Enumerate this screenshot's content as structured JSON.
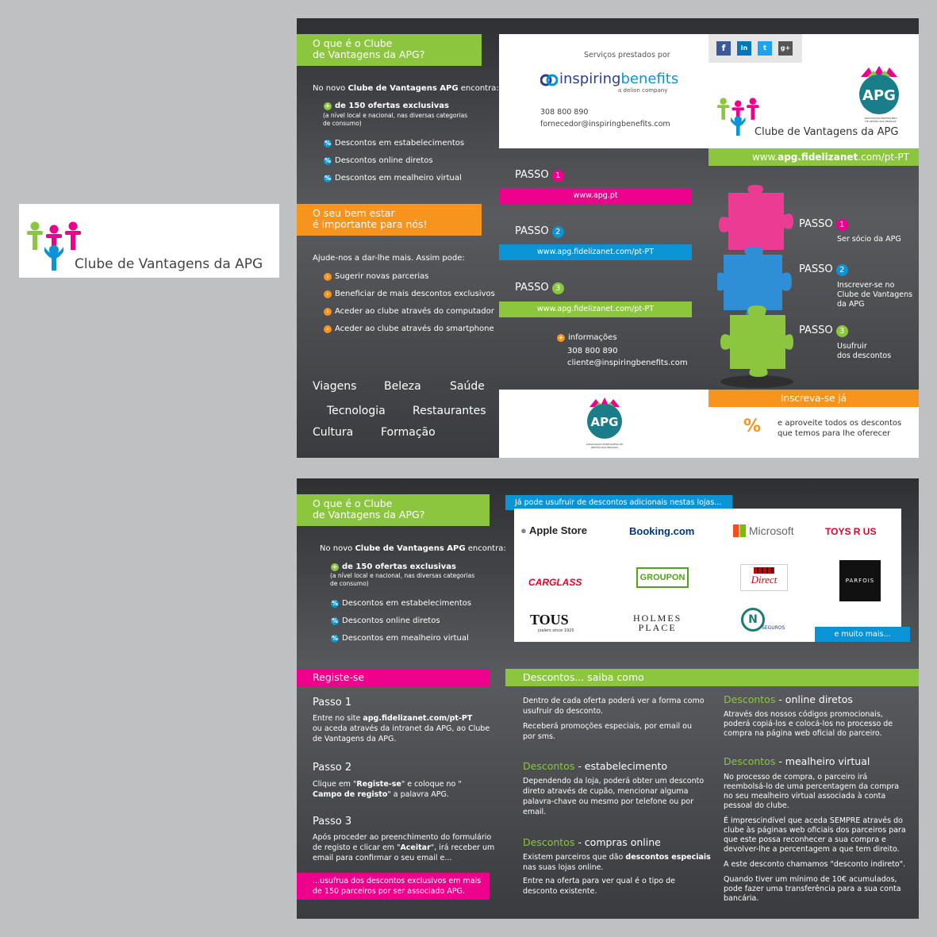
{
  "left_logo": {
    "title": "Clube de Vantagens da APG"
  },
  "top": {
    "what_is": {
      "header": [
        "O que é o Clube",
        "de Vantagens da APG?"
      ],
      "intro_pre": "No novo ",
      "intro_bold": "Clube de Vantagens APG",
      "intro_post": " encontra:",
      "offer_main": "de 150 ofertas exclusivas",
      "offer_sub": [
        "(a nível local e nacional, nas diversas categorias",
        "de consumo)"
      ],
      "items": [
        "Descontos em estabelecimentos",
        "Descontos online diretos",
        "Descontos em mealheiro virtual"
      ]
    },
    "wellbeing": {
      "header": [
        "O seu bem estar",
        "é importante para nós!"
      ],
      "intro": "Ajude-nos a dar-lhe mais. Assim pode:",
      "items": [
        "Sugerir novas parcerias",
        "Beneficiar de mais descontos exclusivos",
        "Aceder ao clube através do computador",
        "Aceder ao clube através do smartphone"
      ]
    },
    "categories": [
      "Viagens",
      "Beleza",
      "Saúde",
      "Tecnologia",
      "Restaurantes",
      "Cultura",
      "Formação"
    ],
    "services": {
      "label": "Serviços prestados por",
      "brand_a": "inspiring",
      "brand_b": "benefits",
      "brand_sub": "a delion company",
      "phone": "308 800 890",
      "email": "fornecedor@inspiringbenefits.com"
    },
    "social": [
      "f",
      "in",
      "t",
      "g+"
    ],
    "apg": {
      "badge": "APG",
      "caption": "ASSOCIAÇÃO PORTUGUESA DE GESTÃO DAS PESSOAS",
      "club": "Clube de Vantagens da APG"
    },
    "url": {
      "pre": "www.",
      "bold": "apg.fidelizanet",
      "post": ".com/pt-PT"
    },
    "steps": [
      {
        "label": "PASSO",
        "n": "1",
        "url": "www.apg.pt"
      },
      {
        "label": "PASSO",
        "n": "2",
        "url": "www.apg.fidelizanet.com/pt-PT"
      },
      {
        "label": "PASSO",
        "n": "3",
        "url": "www.apg.fidelizanet.com/pt-PT"
      }
    ],
    "info": {
      "title": "informações",
      "phone": "308 800 890",
      "email": "cliente@inspiringbenefits.com"
    },
    "puzzle_steps": [
      {
        "label": "PASSO",
        "n": "1",
        "desc": [
          "Ser sócio da APG"
        ]
      },
      {
        "label": "PASSO",
        "n": "2",
        "desc": [
          "Inscrever-se no",
          "Clube de Vantagens",
          "da APG"
        ]
      },
      {
        "label": "PASSO",
        "n": "3",
        "desc": [
          "Usufruir",
          "dos descontos"
        ]
      }
    ],
    "signup": {
      "header": "Inscreva-se já",
      "percent": "%",
      "text": [
        "e aproveite todos os descontos",
        "que temos para lhe oferecer"
      ]
    },
    "footer_apg": {
      "badge": "APG",
      "caption": "ASSOCIAÇÃO PORTUGUESA DE GESTÃO DAS PESSOAS"
    }
  },
  "bottom": {
    "what_is": {
      "header": [
        "O que é o Clube",
        "de Vantagens da APG?"
      ],
      "intro_pre": "No novo ",
      "intro_bold": "Clube de Vantagens APG",
      "intro_post": " encontra:",
      "offer_main": "de 150 ofertas exclusivas",
      "offer_sub": [
        "(a nível local e nacional, nas diversas categorias",
        "de consumo)"
      ],
      "items": [
        "Descontos em estabelecimentos",
        "Descontos online diretos",
        "Descontos em mealheiro virtual"
      ]
    },
    "stores": {
      "header": "Já pode usufruir de descontos adicionais nestas lojas...",
      "more": "e muito mais...",
      "logos": [
        "Apple Store",
        "Booking.com",
        "Microsoft",
        "TOYS R US",
        "CARGLASS",
        "GROUPON",
        "Direct",
        "PARFOIS",
        "TOUS",
        "HOLMES PLACE",
        "SEGUROS"
      ],
      "tous_sub": "joalers since 1920",
      "holmes": [
        "HOLMES",
        "PLACE"
      ]
    },
    "register": {
      "header": "Registe-se",
      "steps": [
        {
          "title": "Passo 1",
          "lines": [
            {
              "pre": "Entre no site ",
              "bold": "apg.fidelizanet.com/pt-PT",
              "post": ""
            },
            {
              "pre": "ou aceda através da intranet da APG, ao Clube",
              "bold": "",
              "post": ""
            },
            {
              "pre": "de Vantagens da APG.",
              "bold": "",
              "post": ""
            }
          ]
        },
        {
          "title": "Passo 2",
          "lines": [
            {
              "pre": "Clique em \"",
              "bold": "Registe-se",
              "post": "\" e coloque no \""
            },
            {
              "pre": "",
              "bold": "Campo de registo",
              "post": "\" a palavra APG."
            }
          ]
        },
        {
          "title": "Passo 3",
          "lines": [
            {
              "pre": "Após proceder ao preenchimento do formulário",
              "bold": "",
              "post": ""
            },
            {
              "pre": "de registo e clicar em \"",
              "bold": "Aceitar",
              "post": "\", irá receber um"
            },
            {
              "pre": "email para confirmar o seu email e...",
              "bold": "",
              "post": ""
            }
          ]
        }
      ],
      "footer": [
        "...usufrua dos descontos exclusivos em mais",
        "de 150 parceiros por ser associado APG."
      ]
    },
    "discounts": {
      "header": "Descontos... saiba como",
      "intro": [
        "Dentro de cada oferta poderá ver a forma como",
        "usufruir do desconto."
      ],
      "intro2": [
        "Receberá promoções especiais, por email ou",
        "por sms."
      ],
      "store": {
        "g": "Descontos",
        "t": " - estabelecimento",
        "lines": [
          "Dependendo da loja, poderá obter um desconto",
          "direto através de cupão, mencionar alguma",
          "palavra-chave ou mesmo por telefone ou por",
          "email."
        ]
      },
      "online_buy": {
        "g": "Descontos",
        "t": " - compras online",
        "l1_pre": "Existem parceiros que dão ",
        "l1_bold": "descontos especiais",
        "l2": "nas suas lojas online.",
        "l3": "Entre na oferta para ver qual é o tipo de",
        "l4": "desconto existente."
      },
      "direct": {
        "g": "Descontos",
        "t": " - online diretos",
        "lines": [
          "Através dos nossos códigos promocionais,",
          "poderá copiá-los e colocá-los no processo de",
          "compra na página web oficial do parceiro."
        ]
      },
      "piggy": {
        "g": "Descontos",
        "t": " - mealheiro virtual",
        "lines": [
          "No processo de compra, o parceiro irá",
          "reembolsá-lo de uma percentagem da compra",
          "no seu mealheiro virtual associada à conta",
          "pessoal do clube."
        ],
        "lines2": [
          "É imprescindível que aceda SEMPRE através do",
          "clube às páginas web oficiais dos parceiros para",
          "que este possa reconhecer a sua compra e",
          "devolver-lhe a percentagem a que tem direito."
        ],
        "line3": "A este desconto chamamos \"desconto indireto\".",
        "lines4": [
          "Quando tiver um mínimo de 10€ acumulados,",
          "pode fazer uma transferência para a sua conta",
          "bancária."
        ]
      }
    }
  }
}
